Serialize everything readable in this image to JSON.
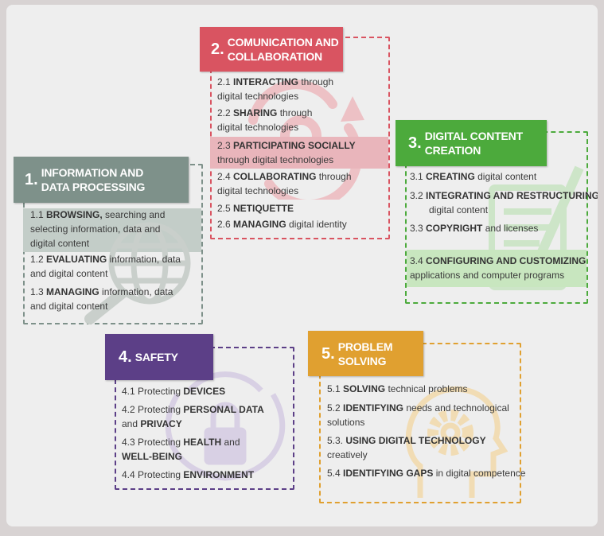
{
  "areas": {
    "a1": {
      "num": "1.",
      "title": "INFORMATION AND\nDATA PROCESSING",
      "color": "#7e918a",
      "items": [
        {
          "line1": {
            "pre": "1.1 ",
            "bold": "BROWSING,",
            "post": " searching and"
          },
          "line2": "selecting information, data and",
          "line3": "digital content"
        },
        {
          "line1": {
            "pre": "1.2 ",
            "bold": "EVALUATING",
            "post": " information, data"
          },
          "line2": "and digital content"
        },
        {
          "line1": {
            "pre": "1.3  ",
            "bold": "MANAGING",
            "post": "  information, data"
          },
          "line2": "and digital content"
        }
      ]
    },
    "a2": {
      "num": "2.",
      "title": "COMUNICATION AND\nCOLLABORATION",
      "color": "#d95461",
      "items": [
        {
          "line1": {
            "pre": "2.1 ",
            "bold": "INTERACTING",
            "post": "  through"
          },
          "line2": "digital technologies"
        },
        {
          "line1": {
            "pre": "2.2 ",
            "bold": "SHARING",
            "post": "     through"
          },
          "line2": "digital technologies"
        },
        {
          "line1": {
            "pre": "2.3 ",
            "bold": "PARTICIPATING SOCIALLY",
            "post": ""
          },
          "line2": "through digital technologies"
        },
        {
          "line1": {
            "pre": "2.4 ",
            "bold": "COLLABORATING",
            "post": " through"
          },
          "line2": "digital technologies"
        },
        {
          "line1": {
            "pre": "2.5 ",
            "bold": "NETIQUETTE",
            "post": ""
          }
        },
        {
          "line1": {
            "pre": "2.6 ",
            "bold": "MANAGING",
            "post": " digital identity"
          }
        }
      ]
    },
    "a3": {
      "num": "3.",
      "title": "DIGITAL CONTENT\nCREATION",
      "color": "#4caa3c",
      "items": [
        {
          "line1": {
            "pre": "3.1 ",
            "bold": "CREATING",
            "post": "  digital content"
          }
        },
        {
          "line1": {
            "pre": "3.2 ",
            "bold": "INTEGRATING AND RESTRUCTURING",
            "post": ""
          },
          "line2": "digital content"
        },
        {
          "line1": {
            "pre": "3.3 ",
            "bold": "COPYRIGHT",
            "post": "  and licenses"
          }
        },
        {
          "line1": {
            "pre": "3.4  ",
            "bold": "CONFIGURING AND CUSTOMIZING",
            "post": ""
          },
          "line2": "applications and computer programs"
        }
      ]
    },
    "a4": {
      "num": "4.",
      "title": "SAFETY",
      "color": "#5c3f87",
      "items": [
        {
          "line1": {
            "pre": "4.1 Protecting  ",
            "bold": "DEVICES",
            "post": ""
          }
        },
        {
          "line1": {
            "pre": "4.2 Protecting  ",
            "bold": "PERSONAL DATA",
            "post": ""
          },
          "line2p": {
            "pre": "and  ",
            "bold": "PRIVACY"
          }
        },
        {
          "line1": {
            "pre": "4.3 Protecting ",
            "bold": "HEALTH",
            "post": "   and"
          },
          "line2p": {
            "pre": "",
            "bold": "WELL-BEING"
          }
        },
        {
          "line1": {
            "pre": "4.4 Protecting  ",
            "bold": "ENVIRONMENT",
            "post": ""
          }
        }
      ]
    },
    "a5": {
      "num": "5.",
      "title": "PROBLEM\nSOLVING",
      "color": "#e0a030",
      "items": [
        {
          "line1": {
            "pre": "5.1 ",
            "bold": "SOLVING",
            "post": "  technical problems"
          }
        },
        {
          "line1": {
            "pre": "5.2 ",
            "bold": "IDENTIFYING",
            "post": "  needs and technological"
          },
          "line2": "solutions"
        },
        {
          "line1": {
            "pre": "5.3. ",
            "bold": "USING DIGITAL TECHNOLOGY",
            "post": ""
          },
          "line2": "creatively"
        },
        {
          "line1": {
            "pre": "5.4 ",
            "bold": "IDENTIFYING GAPS",
            "post": " in digital competence"
          }
        }
      ]
    }
  }
}
